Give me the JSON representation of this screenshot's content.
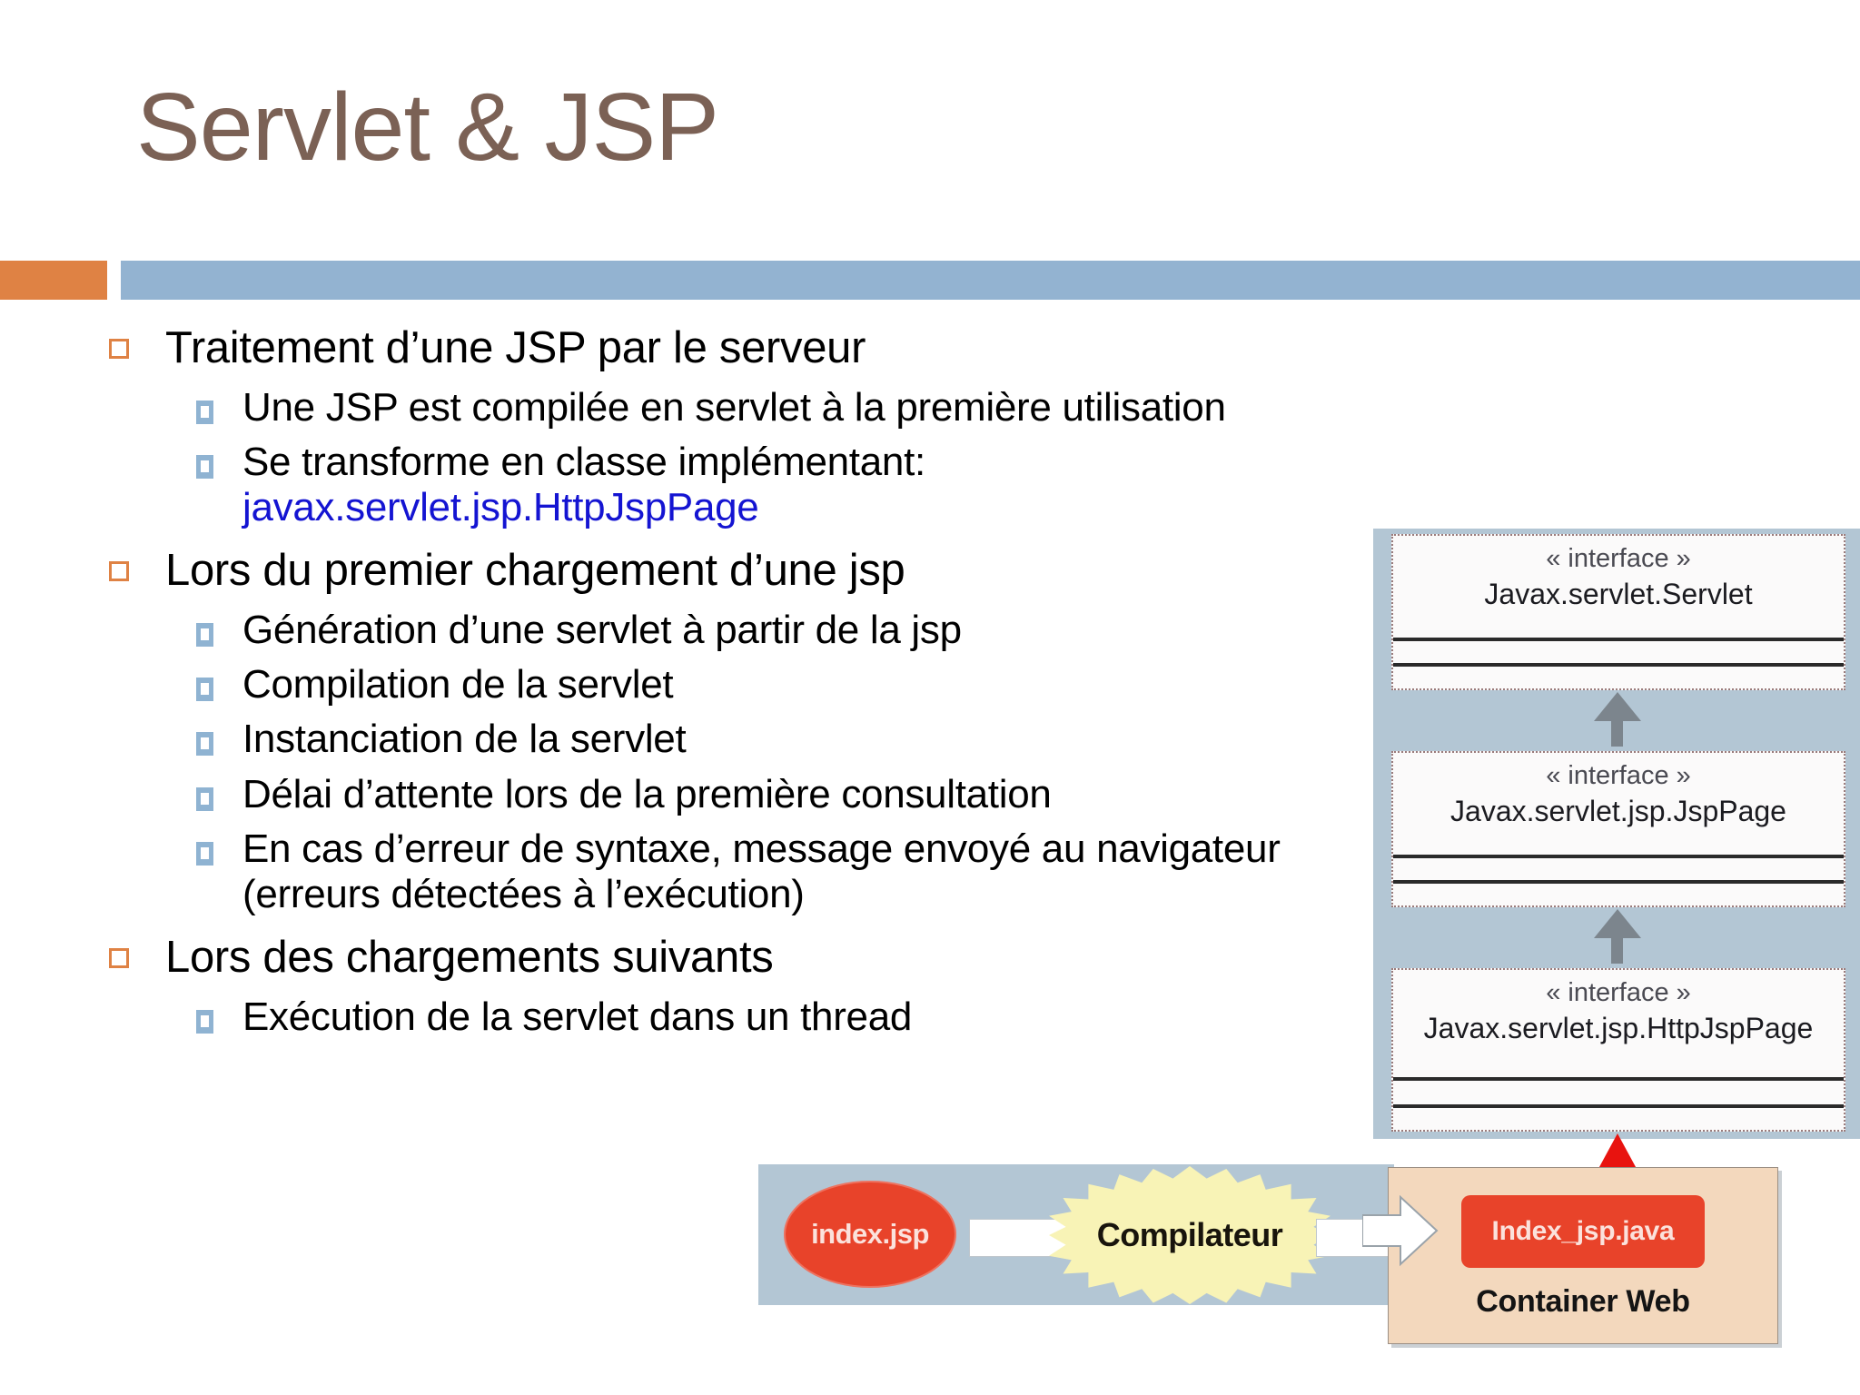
{
  "slide": {
    "title": "Servlet & JSP",
    "accent_orange": "#df8244",
    "accent_blue": "#93b3d1",
    "title_color": "#7b6155",
    "link_color": "#1414d2"
  },
  "content": {
    "groups": [
      {
        "heading": "Traitement d’une JSP par le serveur",
        "items": [
          {
            "text": "Une JSP est compilée en servlet à la première utilisation",
            "code": ""
          },
          {
            "text": "Se transforme en classe implémentant:",
            "code": "javax.servlet.jsp.HttpJspPage"
          }
        ]
      },
      {
        "heading": "Lors du premier chargement d’une jsp",
        "items": [
          {
            "text": "Génération d’une servlet à partir de la jsp",
            "code": ""
          },
          {
            "text": "Compilation de la servlet",
            "code": ""
          },
          {
            "text": "Instanciation de la servlet",
            "code": ""
          },
          {
            "text": "Délai d’attente lors de la première consultation",
            "code": ""
          },
          {
            "text": "En cas d’erreur de syntaxe, message envoyé au navigateur  (erreurs détectées à l’exécution)",
            "code": ""
          }
        ]
      },
      {
        "heading": "Lors des chargements suivants",
        "items": [
          {
            "text": "Exécution de la servlet dans un thread",
            "code": ""
          }
        ]
      }
    ]
  },
  "uml_diagram": {
    "stereotype": "« interface »",
    "boxes": [
      {
        "name": "Javax.servlet.Servlet"
      },
      {
        "name": "Javax.servlet.jsp.JspPage"
      },
      {
        "name": "Javax.servlet.jsp.HttpJspPage"
      }
    ],
    "panel_color": "#b3c6d4",
    "arrow_color": "#7c858d",
    "realization_arrow_color": "#e8130f"
  },
  "flow_diagram": {
    "source_label": "index.jsp",
    "process_label": "Compilateur",
    "output_label": "Index_jsp.java",
    "container_label": "Container Web",
    "panel_color": "#b3c6d4",
    "container_color": "#f3d8bd",
    "node_color": "#e8432a",
    "burst_color": "#f8f3b6"
  }
}
